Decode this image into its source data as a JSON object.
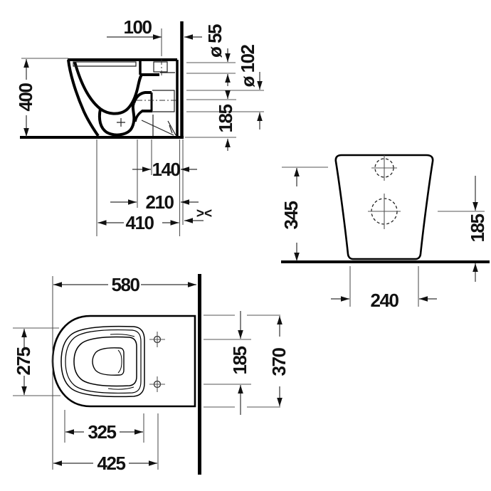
{
  "drawing": {
    "type": "toilet-technical-drawing",
    "line_color": "#000000",
    "dim_color": "#111111",
    "views": {
      "side": {
        "d100": "100",
        "d400": "400",
        "dia55": "ø 55",
        "dia102": "ø 102",
        "d185": "185",
        "d140": "140",
        "d210": "210",
        "d410": "410",
        "gap": "><"
      },
      "rear": {
        "d345": "345",
        "d185": "185",
        "d240": "240"
      },
      "top": {
        "d580": "580",
        "d275": "275",
        "d325": "325",
        "d425": "425",
        "d185": "185",
        "d370": "370"
      }
    }
  }
}
